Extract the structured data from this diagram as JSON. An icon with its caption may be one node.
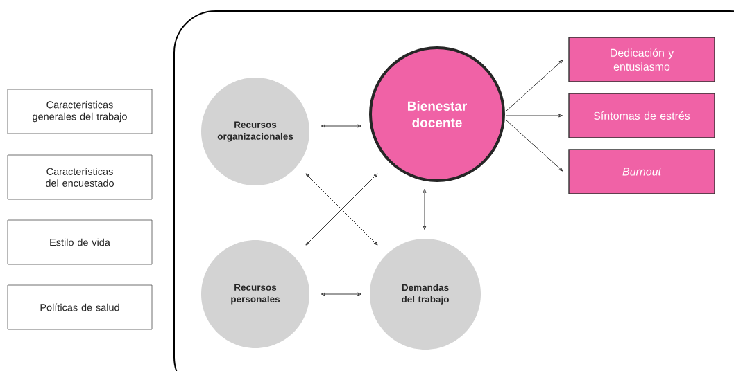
{
  "diagram": {
    "nodes": [
      {
        "text": [],
        "shape": "box"
      },
      {
        "text": [
          "Características generales del trabajo"
        ]
      },
      {
        "text": [
          "Características del encuestado"
        ]
      },
      {
        "text": [
          "Estilo de vida"
        ]
      },
      {
        "text": [
          "Políticas de salud"
        ]
      },
      {
        "text": [
          "Recursos organizacionales"
        ],
        "in": 0
      },
      {
        "text": [
          "Bienestar docente"
        ],
        "in": 0
      },
      {
        "text": [
          "Recursos personales"
        ],
        "in": 0
      },
      {
        "text": [
          "Demandas del trabajo"
        ],
        "in": 0
      },
      {
        "text": [
          "Dedicación y entusiasmo"
        ],
        "in": 0
      },
      {
        "text": [
          "Síntomas de estrés"
        ],
        "in": 0
      },
      {
        "text": [
          "Burnout"
        ],
        "in": 0
      }
    ],
    "edges": [
      {
        "from": 5,
        "to": 6,
        "arrow": "both"
      },
      {
        "from": 5,
        "to": 8,
        "arrow": "both"
      },
      {
        "from": 7,
        "to": 6,
        "arrow": "both"
      },
      {
        "from": 6,
        "to": 8,
        "arrow": "both"
      },
      {
        "from": 7,
        "to": 8,
        "arrow": "both"
      },
      {
        "from": 6,
        "to": 9,
        "arrow": "to"
      },
      {
        "from": 6,
        "to": 10,
        "arrow": "to"
      },
      {
        "from": 6,
        "to": 11,
        "arrow": "to"
      }
    ]
  }
}
